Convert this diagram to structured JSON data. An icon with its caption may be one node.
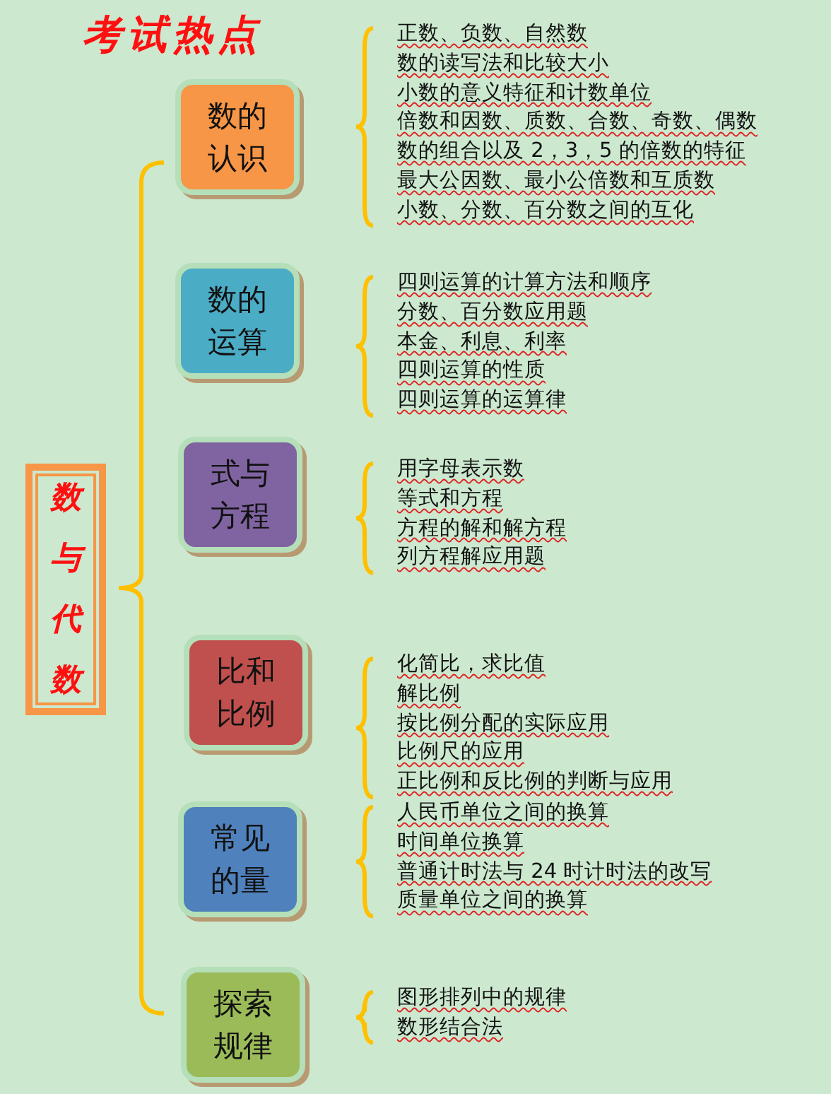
{
  "diagram": {
    "title": "考试热点",
    "nodes": [
      {
        "text": [
          "数与代数"
        ]
      },
      {
        "text": [
          "数的认识"
        ],
        "beside": [
          "正数、负数、自然数",
          "数的读写法和比较大小",
          "小数的意义特征和计数单位",
          "倍数和因数、质数、合数、奇数、偶数",
          "数的组合以及 2，3，5 的倍数的特征",
          "最大公因数、最小公倍数和互质数",
          "小数、分数、百分数之间的互化"
        ]
      },
      {
        "text": [
          "数的运算"
        ],
        "beside": [
          "四则运算的计算方法和顺序",
          "分数、百分数应用题",
          "本金、利息、利率",
          "四则运算的性质",
          "四则运算的运算律"
        ]
      },
      {
        "text": [
          "式与方程"
        ],
        "beside": [
          "用字母表示数",
          "等式和方程",
          "方程的解和解方程",
          "列方程解应用题"
        ]
      },
      {
        "text": [
          "比和比例"
        ],
        "beside": [
          "化简比，求比值",
          "解比例",
          "按比例分配的实际应用",
          "比例尺的应用",
          "正比例和反比例的判断与应用"
        ]
      },
      {
        "text": [
          "常见的量"
        ],
        "beside": [
          "人民币单位之间的换算",
          "时间单位换算",
          "普通计时法与 24 时计时法的改写",
          "质量单位之间的换算"
        ]
      },
      {
        "text": [
          "探索规律"
        ],
        "beside": [
          "图形排列中的规律",
          "数形结合法"
        ]
      }
    ]
  }
}
